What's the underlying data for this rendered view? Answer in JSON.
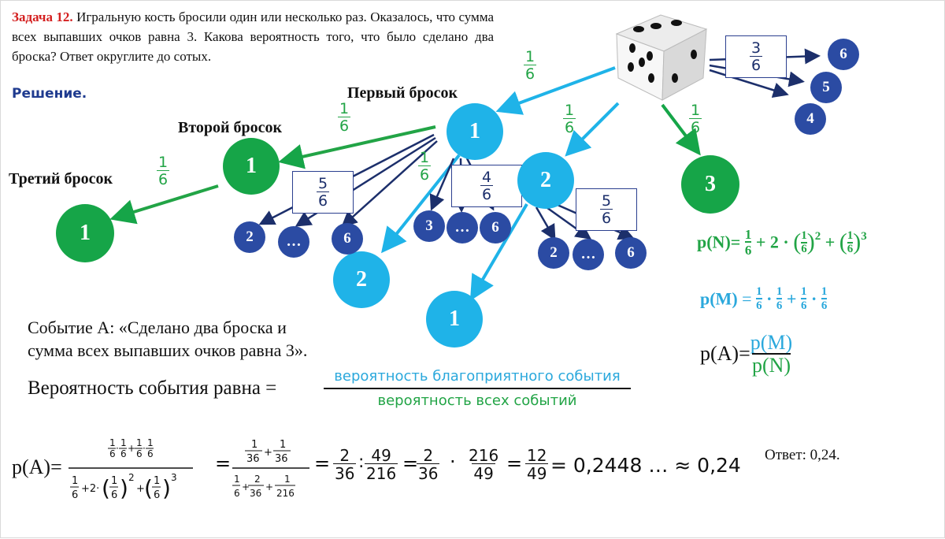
{
  "problem": {
    "task_number": "Задача 12.",
    "text": "Игральную кость бросили один или несколько раз. Оказалось, что сумма всех выпавших очков равна 3. Какова вероятность того, что было сделано два броска? Ответ округлите до сотых.",
    "solution_label": "Решение."
  },
  "tree": {
    "level1_label": "Первый бросок",
    "level2_label": "Второй бросок",
    "level3_label": "Третий бросок",
    "one_sixth": {
      "num": "1",
      "den": "6"
    },
    "box_3_6": {
      "num": "3",
      "den": "6"
    },
    "box_5_6": {
      "num": "5",
      "den": "6"
    },
    "box_4_6": {
      "num": "4",
      "den": "6"
    },
    "box_5_6b": {
      "num": "5",
      "den": "6"
    },
    "first_roll": {
      "one": "1",
      "two": "2",
      "three": "3"
    },
    "side_nodes": [
      "6",
      "5",
      "4"
    ],
    "second_under_1": {
      "one": "1",
      "two": "2"
    },
    "third_under_11": "1",
    "second_under_2": "1",
    "dark_nodes_a": [
      "2",
      "…",
      "6"
    ],
    "dark_nodes_b": [
      "3",
      "…",
      "6"
    ],
    "dark_nodes_c": [
      "2",
      "…",
      "6"
    ]
  },
  "formulas": {
    "pN": {
      "label": "p(N)=",
      "t1_num": "1",
      "t1_den": "6",
      "plus": "+",
      "coef": "2 ·",
      "base_num": "1",
      "base_den": "6",
      "exp2": "2",
      "exp3": "3"
    },
    "pM": {
      "label": "p(M)",
      "eq": "=",
      "a_num": "1",
      "a_den": "6",
      "b_num": "1",
      "b_den": "6",
      "plus": "+",
      "c_num": "1",
      "c_den": "6",
      "d_num": "1",
      "d_den": "6",
      "dot": "·"
    },
    "pA": {
      "label": "p(A)=",
      "num": "p(M)",
      "den": "p(N)"
    }
  },
  "eventA": {
    "line1": "Событие А: «Сделано два броска и",
    "line2": "сумма всех выпавших очков равна 3»."
  },
  "probdef": {
    "lead": "Вероятность события равна =",
    "numerator": "вероятность благоприятного события",
    "denominator": "вероятность всех событий"
  },
  "calc": {
    "lead": "p(A)=",
    "eq": "=",
    "step2_num": "1/36 + 1/36",
    "step2_den": "1/6 + 2/36 + 1/216",
    "s3a_num": "2",
    "s3a_den": "36",
    "colon": ":",
    "s3b_num": "49",
    "s3b_den": "216",
    "s4a_num": "2",
    "s4a_den": "36",
    "dot": "·",
    "s4b_num": "216",
    "s4b_den": "49",
    "s5_num": "12",
    "s5_den": "49",
    "result": "= 0,2448 … ≈ 0,24"
  },
  "answer": "Ответ: 0,24.",
  "colors": {
    "green": "#16a548",
    "cyan": "#1fb3e8",
    "navy": "#2b4ba3",
    "red": "#d42020"
  }
}
